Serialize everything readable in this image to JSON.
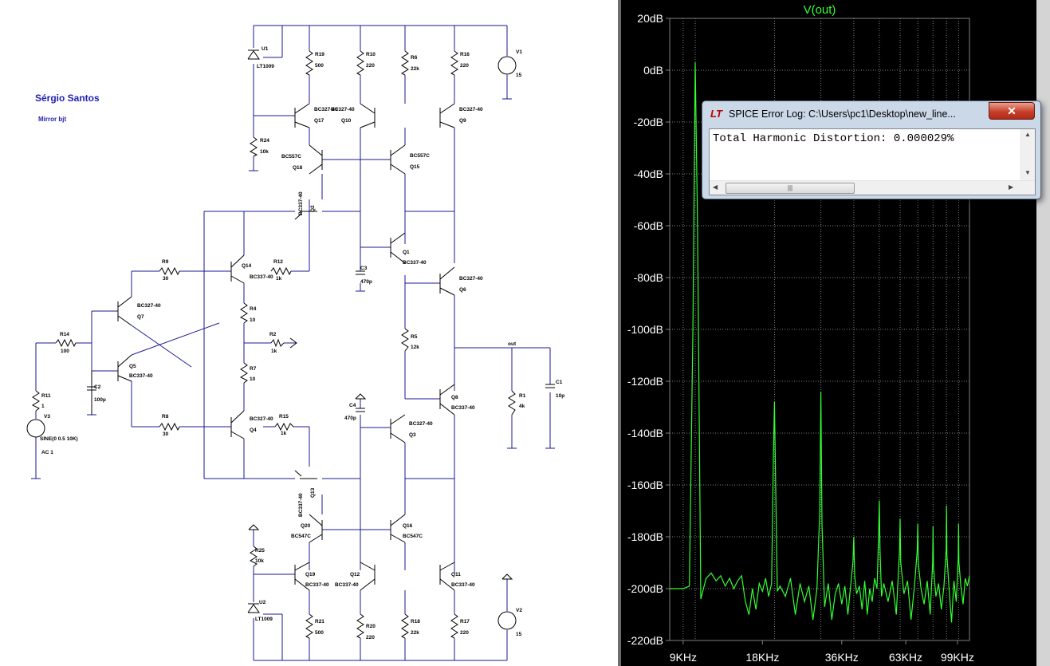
{
  "schematic": {
    "author": "Sérgio Santos",
    "subtitle": "Mirror bjt",
    "labels": {
      "U1": "U1",
      "LT1009a": "LT1009",
      "R19": "R19",
      "R19v": "500",
      "R10": "R10",
      "R10v": "220",
      "R6": "R6",
      "R6v": "22k",
      "R16": "R16",
      "R16v": "220",
      "V1": "V1",
      "V1v": "15",
      "BC327_Q17": "BC327-40",
      "Q17": "Q17",
      "BC327_Q10": "BC327-40",
      "Q10": "Q10",
      "BC327_Q9": "BC327-40",
      "Q9": "Q9",
      "R24": "R24",
      "R24v": "10k",
      "BC557C_a": "BC557C",
      "Q18": "Q18",
      "BC557C_b": "BC557C",
      "Q15": "Q15",
      "BC337_Q2": "BC337-40",
      "Q2": "Q2",
      "Q1": "Q1",
      "BC337_Q1": "BC337-40",
      "R9": "R9",
      "R9v": "30",
      "Q14": "Q14",
      "BC337_Q14": "BC337-40",
      "R12": "R12",
      "R12v": "1k",
      "C3": "C3",
      "C3v": "470p",
      "BC327_Q6": "BC327-40",
      "Q6": "Q6",
      "BC327_Q7": "BC327-40",
      "Q7": "Q7",
      "R4": "R4",
      "R4v": "10",
      "R2": "R2",
      "R2v": "1k",
      "R14": "R14",
      "R14v": "100",
      "R5": "R5",
      "R5v": "12k",
      "out": "out",
      "Q5": "Q5",
      "BC337_Q5": "BC337-40",
      "R7": "R7",
      "R7v": "10",
      "C2": "C2",
      "C2v": "100p",
      "R11": "R11",
      "R11v": "1",
      "V3": "V3",
      "V3v": "SINE(0 0.5 10K)",
      "AC": "AC 1",
      "Q8": "Q8",
      "BC337_Q8": "BC337-40",
      "R1": "R1",
      "R1v": "4k",
      "C1": "C1",
      "C1v": "10p",
      "C4": "C4",
      "C4v": "470p",
      "BC327_Q3": "BC327-40",
      "Q3": "Q3",
      "R8": "R8",
      "R8v": "30",
      "BC327_Q4": "BC327-40",
      "Q4": "Q4",
      "R15": "R15",
      "R15v": "1k",
      "BC337_Q13": "BC337-40",
      "Q13": "Q13",
      "Q20": "Q20",
      "BC547C_a": "BC547C",
      "Q16": "Q16",
      "BC547C_b": "BC547C",
      "R25": "R25",
      "R25v": "10k",
      "Q19": "Q19",
      "BC337_Q19": "BC337-40",
      "Q12": "Q12",
      "BC337_Q12": "BC337-40",
      "Q11": "Q11",
      "BC337_Q11": "BC337-40",
      "U2": "U2",
      "LT1009b": "LT1009",
      "R21": "R21",
      "R21v": "500",
      "R20": "R20",
      "R20v": "220",
      "R18": "R18",
      "R18v": "22k",
      "R17": "R17",
      "R17v": "220",
      "V2": "V2",
      "V2v": "15"
    }
  },
  "plot": {
    "title": "V(out)",
    "trace_color": "#33ff33",
    "grid_color": "#808080",
    "y_ticks": [
      "20dB",
      "0dB",
      "-20dB",
      "-40dB",
      "-60dB",
      "-80dB",
      "-100dB",
      "-120dB",
      "-140dB",
      "-160dB",
      "-180dB",
      "-200dB",
      "-220dB"
    ],
    "x_ticks": [
      "9KHz",
      "18KHz",
      "36KHz",
      "63KHz",
      "99KHz"
    ]
  },
  "chart_data": {
    "type": "line",
    "title": "V(out)",
    "xlabel": "",
    "ylabel": "",
    "x_scale": "log",
    "xlim_hz": [
      8000,
      110000
    ],
    "ylim": [
      -220,
      20
    ],
    "grid": true,
    "series": [
      {
        "color": "#33ff33",
        "x_hz": [
          8000,
          9000,
          9500,
          9800,
          10000,
          10200,
          10500,
          11000,
          11500,
          12000,
          12500,
          13000,
          13500,
          14000,
          14500,
          15000,
          15500,
          16000,
          16500,
          17000,
          17500,
          18000,
          18500,
          19000,
          19500,
          19800,
          20000,
          20200,
          20500,
          21000,
          22000,
          23000,
          24000,
          25000,
          26000,
          27000,
          28000,
          29000,
          29700,
          30000,
          30300,
          31000,
          32000,
          33000,
          34000,
          35000,
          36000,
          37000,
          38000,
          39000,
          39700,
          40000,
          40300,
          41000,
          42000,
          43000,
          44000,
          45000,
          46000,
          47000,
          48000,
          49000,
          49700,
          50000,
          50300,
          51000,
          52000,
          54000,
          56000,
          58000,
          59700,
          60000,
          60300,
          62000,
          64000,
          66000,
          68000,
          69700,
          70000,
          70300,
          72000,
          74000,
          76000,
          78000,
          79700,
          80000,
          80300,
          82000,
          84000,
          86000,
          88000,
          89700,
          90000,
          90300,
          92000,
          94000,
          96000,
          98000,
          99700,
          100000,
          100300,
          102000,
          104000,
          106000,
          108000,
          110000
        ],
        "y_db": [
          -200,
          -200,
          -199,
          -100,
          3,
          -60,
          -204,
          -196,
          -194,
          -197,
          -195,
          -199,
          -196,
          -200,
          -197,
          -195,
          -205,
          -210,
          -200,
          -208,
          -198,
          -201,
          -196,
          -203,
          -198,
          -150,
          -128,
          -160,
          -201,
          -199,
          -203,
          -196,
          -210,
          -198,
          -205,
          -199,
          -212,
          -200,
          -170,
          -124,
          -175,
          -207,
          -198,
          -212,
          -202,
          -198,
          -206,
          -199,
          -210,
          -198,
          -190,
          -180,
          -195,
          -202,
          -199,
          -208,
          -197,
          -210,
          -200,
          -205,
          -196,
          -200,
          -180,
          -166,
          -185,
          -203,
          -198,
          -205,
          -197,
          -210,
          -185,
          -173,
          -190,
          -202,
          -197,
          -212,
          -199,
          -185,
          -175,
          -190,
          -200,
          -206,
          -197,
          -210,
          -190,
          -176,
          -192,
          -203,
          -198,
          -208,
          -199,
          -185,
          -168,
          -187,
          -200,
          -213,
          -197,
          -205,
          -188,
          -175,
          -190,
          -199,
          -206,
          -196,
          -199,
          -195
        ]
      }
    ]
  },
  "error_log": {
    "title": "SPICE Error Log: C:\\Users\\pc1\\Desktop\\new_line...",
    "close_label": "✕",
    "message": "Total Harmonic Distortion: 0.000029%",
    "hscroll_glyph": "|||"
  }
}
